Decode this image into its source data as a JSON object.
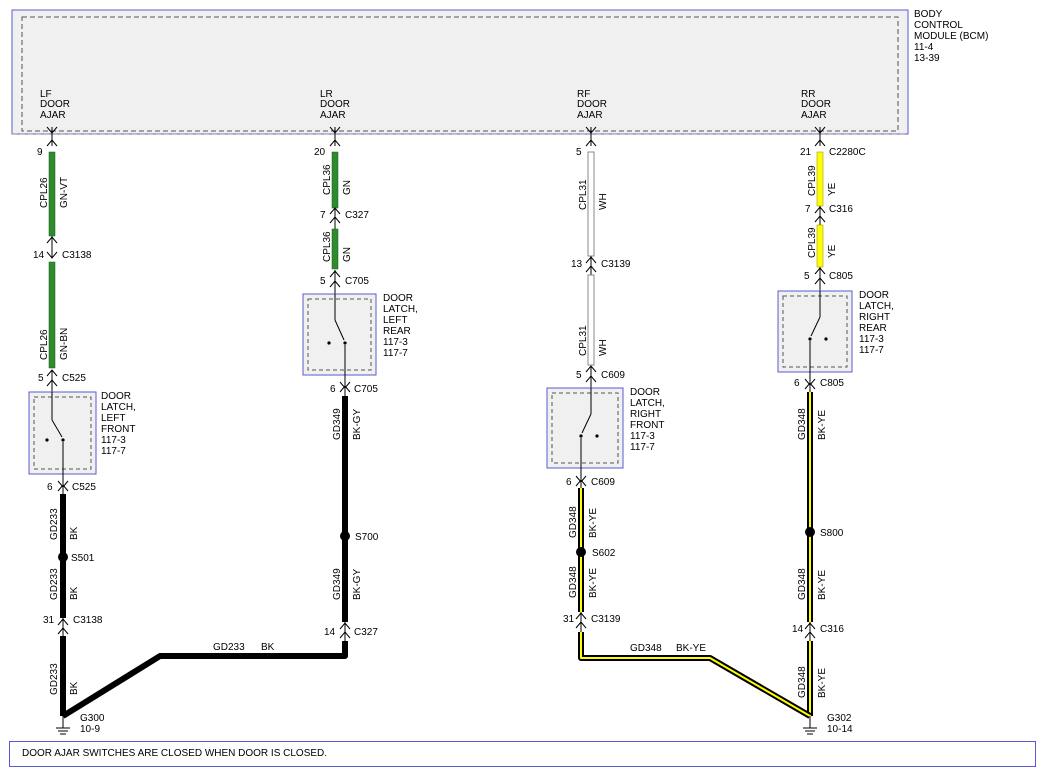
{
  "module": {
    "name_lines": [
      "BODY",
      "CONTROL",
      "MODULE (BCM)",
      "11-4",
      "13-39"
    ]
  },
  "branches": [
    {
      "id": "lf",
      "pin_label": [
        "LF",
        "DOOR",
        "AJAR"
      ],
      "bcm_pin": "9",
      "circuit_upper": "CPL26",
      "color_upper": "GN-VT",
      "conn_a": {
        "pin": "14",
        "name": "C3138"
      },
      "circuit_mid": "CPL26",
      "color_mid": "GN-BN",
      "latch_top": {
        "pin": "5",
        "name": "C525"
      },
      "latch_label": [
        "DOOR",
        "LATCH,",
        "LEFT",
        "FRONT",
        "117-3",
        "117-7"
      ],
      "latch_bottom": {
        "pin": "6",
        "name": "C525"
      },
      "ground_circuit_1": "GD233",
      "ground_color_1": "BK",
      "splice": "S501",
      "ground_circuit_2": "GD233",
      "ground_color_2": "BK",
      "conn_b": {
        "pin": "31",
        "name": "C3138"
      },
      "ground_circuit_3": "GD233",
      "ground_color_3": "BK"
    },
    {
      "id": "lr",
      "pin_label": [
        "LR",
        "DOOR",
        "AJAR"
      ],
      "bcm_pin": "20",
      "circuit_upper": "CPL36",
      "color_upper": "GN",
      "conn_a": {
        "pin": "7",
        "name": "C327"
      },
      "circuit_mid": "CPL36",
      "color_mid": "GN",
      "latch_top": {
        "pin": "5",
        "name": "C705"
      },
      "latch_label": [
        "DOOR",
        "LATCH,",
        "LEFT",
        "REAR",
        "117-3",
        "117-7"
      ],
      "latch_bottom": {
        "pin": "6",
        "name": "C705"
      },
      "ground_circuit_1": "GD349",
      "ground_color_1": "BK-GY",
      "splice": "S700",
      "ground_circuit_2": "GD349",
      "ground_color_2": "BK-GY",
      "conn_b": {
        "pin": "14",
        "name": "C327"
      },
      "ground_circuit_3": "GD233",
      "ground_color_3": "BK"
    },
    {
      "id": "rf",
      "pin_label": [
        "RF",
        "DOOR",
        "AJAR"
      ],
      "bcm_pin": "5",
      "circuit_upper": "CPL31",
      "color_upper": "WH",
      "conn_a": {
        "pin": "13",
        "name": "C3139"
      },
      "circuit_mid": "CPL31",
      "color_mid": "WH",
      "latch_top": {
        "pin": "5",
        "name": "C609"
      },
      "latch_label": [
        "DOOR",
        "LATCH,",
        "RIGHT",
        "FRONT",
        "117-3",
        "117-7"
      ],
      "latch_bottom": {
        "pin": "6",
        "name": "C609"
      },
      "ground_circuit_1": "GD348",
      "ground_color_1": "BK-YE",
      "splice": "S602",
      "ground_circuit_2": "GD348",
      "ground_color_2": "BK-YE",
      "conn_b": {
        "pin": "31",
        "name": "C3139"
      },
      "ground_circuit_3": "GD348",
      "ground_color_3": "BK-YE"
    },
    {
      "id": "rr",
      "pin_label": [
        "RR",
        "DOOR",
        "AJAR"
      ],
      "bcm_pin": "21",
      "bcm_connector": "C2280C",
      "circuit_upper": "CPL39",
      "color_upper": "YE",
      "conn_a": {
        "pin": "7",
        "name": "C316"
      },
      "circuit_mid": "CPL39",
      "color_mid": "YE",
      "latch_top": {
        "pin": "5",
        "name": "C805"
      },
      "latch_label": [
        "DOOR",
        "LATCH,",
        "RIGHT",
        "REAR",
        "117-3",
        "117-7"
      ],
      "latch_bottom": {
        "pin": "6",
        "name": "C805"
      },
      "ground_circuit_1": "GD348",
      "ground_color_1": "BK-YE",
      "splice": "S800",
      "ground_circuit_2": "GD348",
      "ground_color_2": "BK-YE",
      "conn_b": {
        "pin": "14",
        "name": "C316"
      },
      "ground_circuit_3": "GD348",
      "ground_color_3": "BK-YE"
    }
  ],
  "grounds": [
    {
      "name": "G300",
      "ref": "10-9"
    },
    {
      "name": "G302",
      "ref": "10-14"
    }
  ],
  "colors": {
    "border": "#5a5ad6",
    "module_fill": "#f0f0f0",
    "green": "#2e8b2e",
    "white_wire": "#cfcfcf",
    "yellow": "#ffff00",
    "black": "#000000"
  },
  "note": "DOOR AJAR SWITCHES ARE CLOSED WHEN DOOR IS CLOSED."
}
